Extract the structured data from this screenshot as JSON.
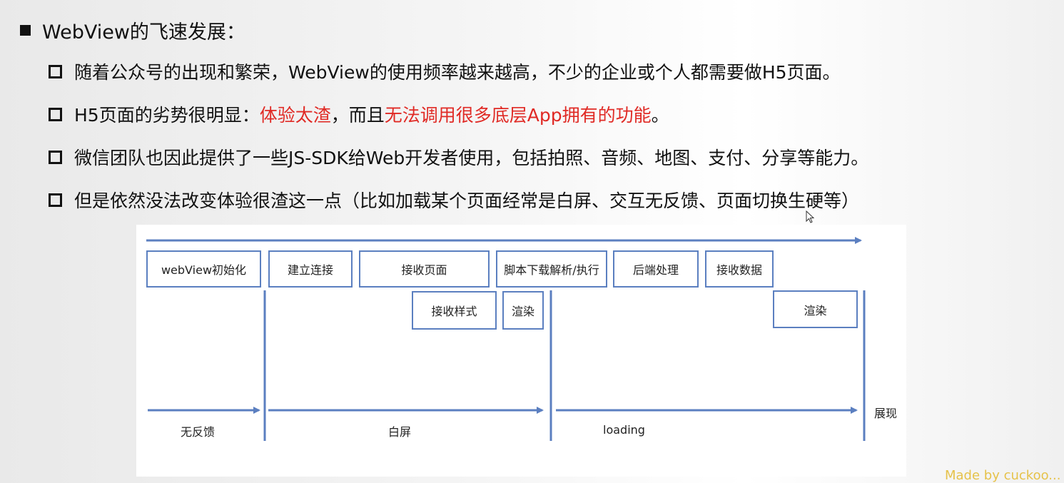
{
  "title": "WebView的飞速发展：",
  "items": [
    {
      "parts": [
        {
          "text": "随着公众号的出现和繁荣，WebView的使用频率越来越高，不少的企业或个人都需要做H5页面。",
          "style": "normal"
        }
      ]
    },
    {
      "parts": [
        {
          "text": "H5页面的劣势很明显：",
          "style": "normal"
        },
        {
          "text": "体验太渣",
          "style": "red"
        },
        {
          "text": "，而且",
          "style": "normal"
        },
        {
          "text": "无法调用很多底层App拥有的功能",
          "style": "red"
        },
        {
          "text": "。",
          "style": "normal"
        }
      ]
    },
    {
      "parts": [
        {
          "text": "微信团队也因此提供了一些JS-SDK给Web开发者使用，包括拍照、音频、地图、支付、分享等能力。",
          "style": "normal"
        }
      ]
    },
    {
      "parts": [
        {
          "text": "但是依然没法改变体验很渣这一点（比如加载某个页面经常是白屏、交互无反馈、页面切换生硬等）",
          "style": "normal"
        }
      ]
    }
  ],
  "diagram": {
    "boxes": {
      "webview_init": "webView初始化",
      "connect": "建立连接",
      "receive_page": "接收页面",
      "script": "脚本下载解析/执行",
      "backend": "后端处理",
      "receive_data": "接收数据",
      "receive_style": "接收样式",
      "render1": "渲染",
      "render2": "渲染"
    },
    "phases": {
      "no_feedback": "无反馈",
      "white_screen": "白屏",
      "loading": "loading",
      "display": "展现"
    }
  },
  "watermark": "Made by cuckoo...",
  "colors": {
    "accent_red": "#e02a25",
    "diagram_blue": "#5b7fc0",
    "watermark": "#e6c24a"
  }
}
